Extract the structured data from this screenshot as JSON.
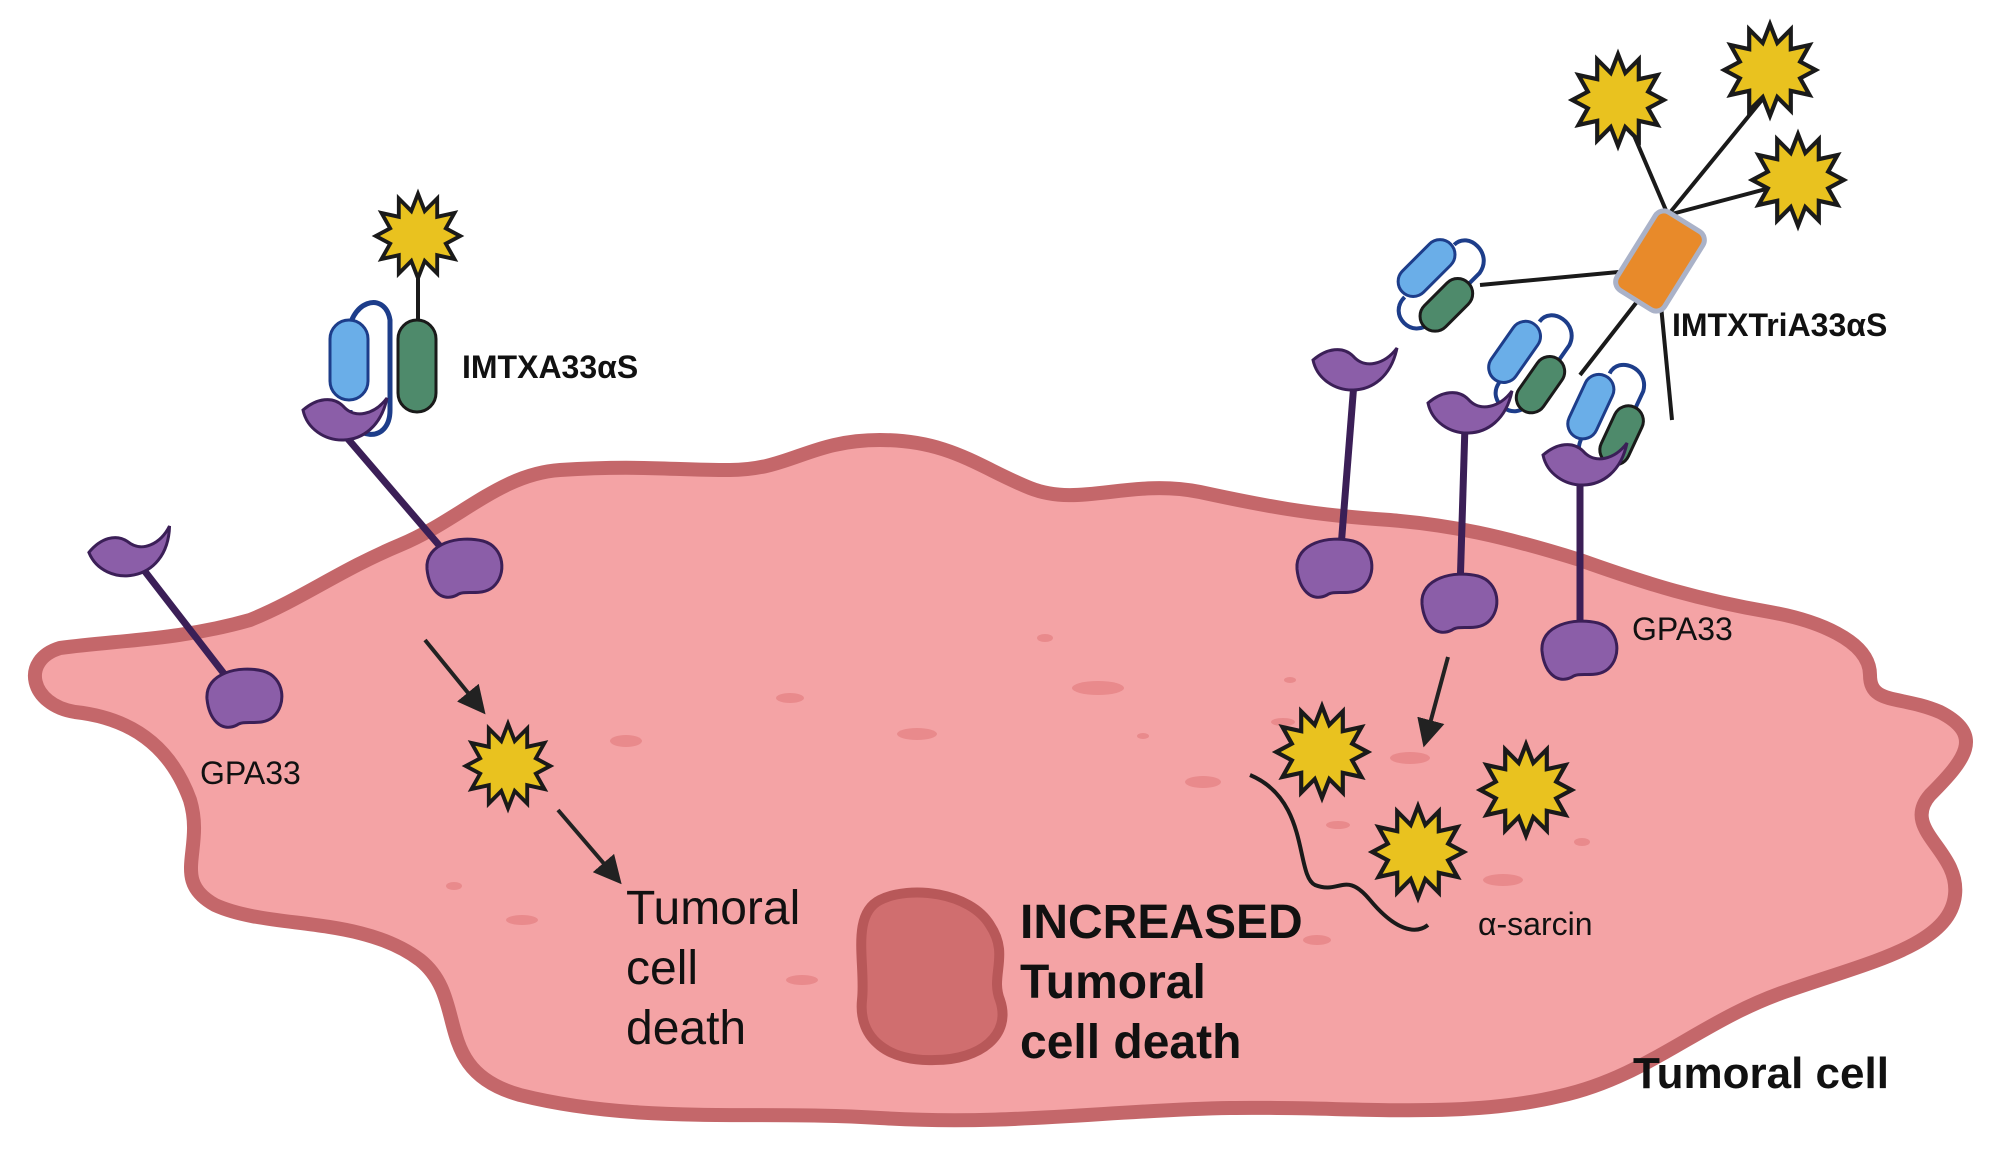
{
  "labels": {
    "mono_name": "IMTXA33αS",
    "tri_name": "IMTXTriA33αS",
    "gpa_left": "GPA33",
    "gpa_right": "GPA33",
    "death_line1": "Tumoral",
    "death_line2": "cell",
    "death_line3": "death",
    "increased_line1": "INCREASED",
    "increased_line2": "Tumoral",
    "increased_line3": "cell death",
    "sarcin": "α-sarcin",
    "cell": "Tumoral cell"
  },
  "colors": {
    "cell_fill": "#f4a3a5",
    "cell_outline": "#c4676a",
    "nucleus_fill": "#d06e6f",
    "receptor_fill": "#8b5ea8",
    "receptor_stalk": "#3b1f57",
    "toxin_fill": "#e9c21f",
    "vh_domain": "#6aaee8",
    "vl_domain": "#4e8a6b",
    "linker_blue": "#1d3d8a",
    "trimer_core": "#e88a2a",
    "arrow": "#222222"
  },
  "icons": {
    "toxin": "alpha-sarcin-star-icon",
    "receptor": "gpa33-receptor-icon",
    "antibody": "scfv-fragment-icon",
    "trimerization": "trimerization-core-icon"
  }
}
